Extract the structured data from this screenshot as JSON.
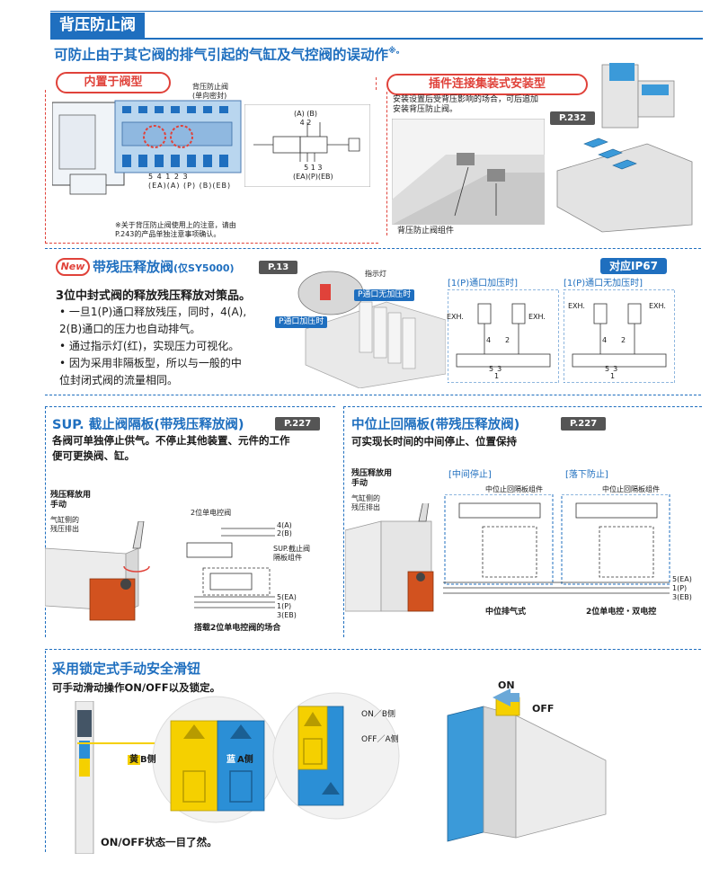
{
  "header": {
    "title": "背压防止阀",
    "subtitle": "可防止由于其它阀的排气引起的气缸及气控阀的误动作",
    "subtitle_mark": "※。"
  },
  "builtin": {
    "pill": "内置于阀型",
    "callout_line1": "背压防止阀",
    "callout_line2": "(单向密封)",
    "ports_top": "(A) (B)",
    "ports_top2": "4   2",
    "ports_bottom": "5  4  1  2  3",
    "ports_bottom2": "(EA)(A) (P) (B)(EB)",
    "sym_bottom": "5 1 3",
    "sym_bottom2": "(EA)(P)(EB)",
    "note_line1": "※关于背压防止阀使用上的注意，请由",
    "note_line2": "P.243的产品单独注意事项确认。"
  },
  "plugin": {
    "pill": "插件连接集装式安装型",
    "desc_line1": "安装设置后受背压影响的场合，可后追加",
    "desc_line2": "安装背压防止阀。",
    "page": "P.232",
    "caption": "背压防止阀组件"
  },
  "release": {
    "new": "New",
    "title": "带残压释放阀",
    "title_note": "(仅SY5000)",
    "page": "P.13",
    "ip": "对应IP67",
    "lead": "3位中封式阀的释放残压释放对策品。",
    "b1": "• 一旦1(P)通口释放残压，同时，4(A),",
    "b1b": "  2(B)通口的压力也自动排气。",
    "b2": "• 通过指示灯(红)，实现压力可视化。",
    "b3": "• 因为采用非隔板型，所以与一般的中",
    "b3b": "  位封闭式阀的流量相同。",
    "indicator": "指示灯",
    "no_press": "P通口无加压时",
    "press": "P通口加压时",
    "d1_title": "[1(P)通口加压时]",
    "d2_title": "[1(P)通口无加压时]",
    "exh": "EXH.",
    "p4": "4",
    "p2": "2",
    "p5": "5",
    "p1": "1",
    "p3": "3"
  },
  "sup": {
    "title": "SUP. 截止阀隔板(带残压释放阀)",
    "page": "P.227",
    "desc_line1": "各阀可单独停止供气。不停止其他装置、元件的工作",
    "desc_line2": "便可更换阀、缸。",
    "manual1": "残压释放用",
    "manual2": "手动",
    "exhaust1": "气缸侧的",
    "exhaust2": "残压排出",
    "valve_label": "2位单电控阀",
    "a4": "4(A)",
    "b2": "2(B)",
    "blk1": "SUP.截止阀",
    "blk2": "隔板组件",
    "ea": "5(EA)",
    "p": "1(P)",
    "eb": "3(EB)",
    "caption": "搭载2位单电控阀的场合"
  },
  "mid": {
    "title": "中位止回隔板(带残压释放阀)",
    "page": "P.227",
    "desc": "可实现长时间的中间停止、位置保持",
    "manual1": "残压释放用",
    "manual2": "手动",
    "exhaust1": "气缸侧的",
    "exhaust2": "残压排出",
    "stop": "[中间停止]",
    "fall": "[落下防止]",
    "blk": "中位止回隔板组件",
    "ea": "5(EA)",
    "p": "1(P)",
    "eb": "3(EB)",
    "cap1": "中位排气式",
    "cap2": "2位单电控・双电控"
  },
  "lock": {
    "title": "采用锁定式手动安全滑钮",
    "desc": "可手动滑动操作ON/OFF以及锁定。",
    "yellow": "黄",
    "yellow_side": "B侧",
    "blue": "蓝",
    "blue_side": "A侧",
    "on_b": "ON／B侧",
    "off_a": "OFF／A侧",
    "on": "ON",
    "off": "OFF",
    "caption": "ON/OFF状态一目了然。"
  },
  "colors": {
    "brand": "#1f6fbf",
    "accent": "#e0423a",
    "yellow": "#f5d000",
    "blue": "#2b8fd6"
  }
}
